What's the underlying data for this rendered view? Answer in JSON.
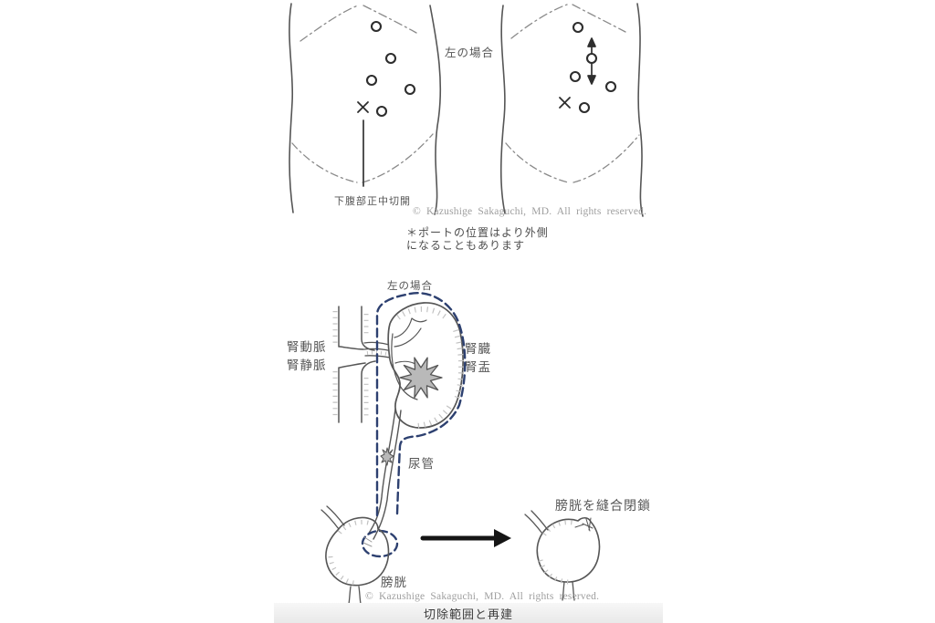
{
  "port_diagram": {
    "side_caption": "左の場合",
    "incision_label": "下腹部正中切開",
    "copyright": "© Kazushige Sakaguchi, MD. All rights reserved.",
    "note_line1": "＊ポートの位置はより外側",
    "note_line2": "になることもあります"
  },
  "anatomy_diagram": {
    "side_caption": "左の場合",
    "renal_artery_label": "腎動脈",
    "renal_vein_label": "腎静脈",
    "kidney_label": "腎臓",
    "renal_pelvis_label": "腎盂",
    "ureter_label": "尿管",
    "bladder_label": "膀胱",
    "bladder_closure_label": "膀胱を縫合閉鎖",
    "copyright": "© Kazushige Sakaguchi, MD. All rights reserved.",
    "bottom_caption": "切除範囲と再建"
  },
  "colors": {
    "resection_outline": "#2d4070",
    "line_art": "#565656",
    "port_marks": "#2e2e2e",
    "hatching": "#c2c2c2",
    "tumor_fill": "#b9b9b9",
    "copyright_text": "#9e9e9e",
    "label_text": "#555555",
    "caption_bar_bg": "#ededed"
  }
}
